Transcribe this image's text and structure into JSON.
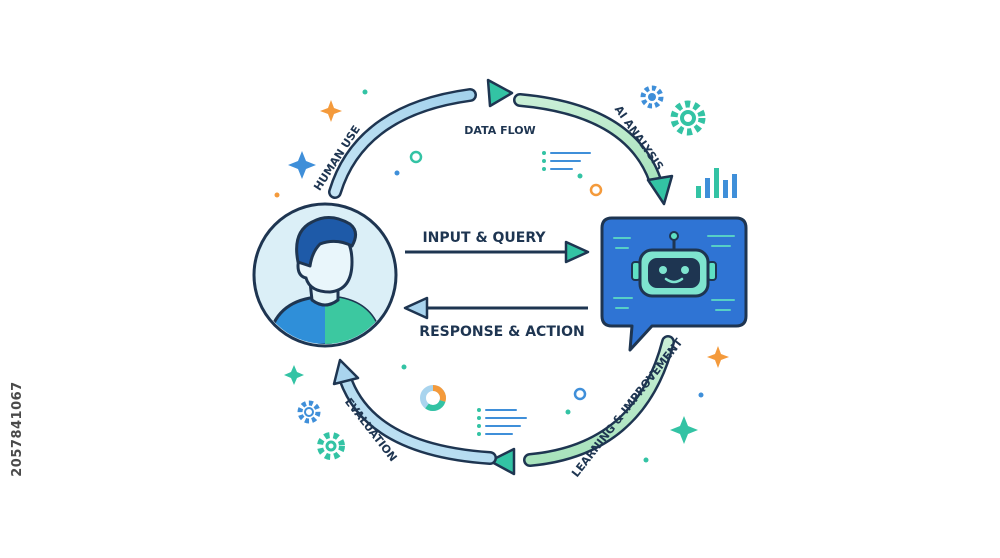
{
  "labels": {
    "human_use": "HUMAN USE",
    "data_flow": "DATA FLOW",
    "ai_analysis": "AI ANALYSIS",
    "input_query": "INPUT & QUERY",
    "response_action": "RESPONSE & ACTION",
    "learning_improvement": "LEARNING & IMPROVEMENT",
    "evaluation": "EVALUATION"
  },
  "watermark_id": "2057841067",
  "colors": {
    "navy": "#1e3551",
    "light_blue": "#a9d4ee",
    "light_green": "#b5e6c4",
    "teal": "#33c3a4",
    "blue": "#3f8fd9",
    "orange": "#f49a3b",
    "bot_screen": "#2f74d4"
  },
  "icons": [
    "person-avatar",
    "robot-chat-bubble",
    "gear-icon",
    "bar-chart-icon",
    "sparkle-icon",
    "donut-chart-icon",
    "list-icon"
  ]
}
